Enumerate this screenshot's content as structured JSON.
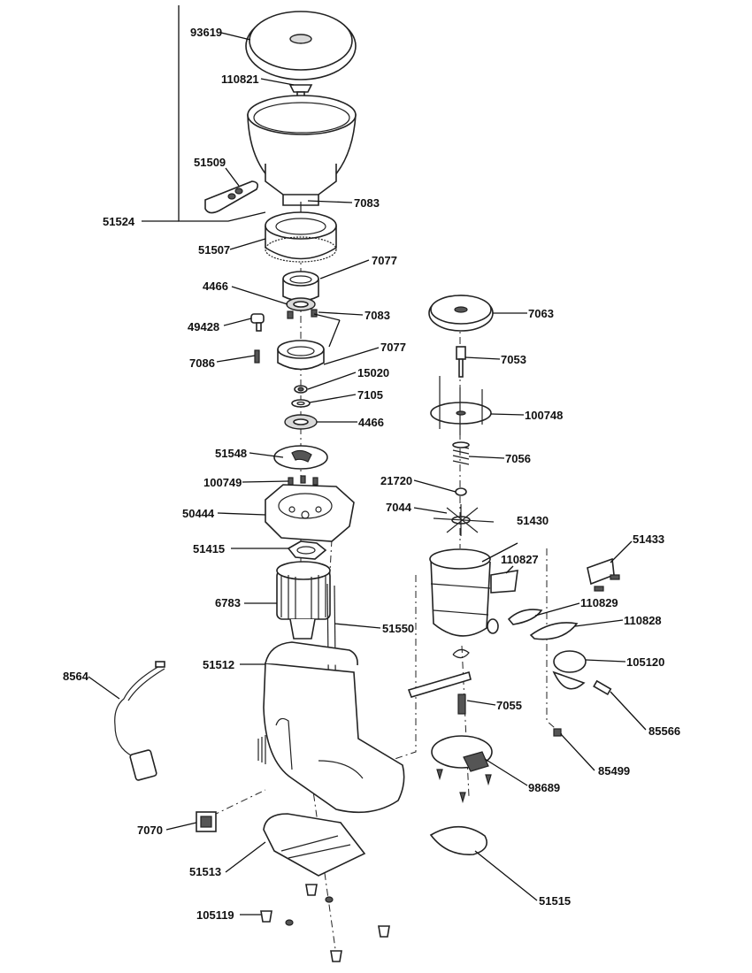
{
  "labels": [
    {
      "key": "hopper_lid",
      "text": "93619"
    },
    {
      "key": "hopper_pin",
      "text": "110821"
    },
    {
      "key": "hopper_slide",
      "text": "51509"
    },
    {
      "key": "hopper_assembly",
      "text": "51524"
    },
    {
      "key": "screw_top",
      "text": "7083"
    },
    {
      "key": "adjust_ring",
      "text": "51507"
    },
    {
      "key": "upper_carrier",
      "text": "7077"
    },
    {
      "key": "upper_burr",
      "text": "4466"
    },
    {
      "key": "screws",
      "text": "7083"
    },
    {
      "key": "knob",
      "text": "49428"
    },
    {
      "key": "lower_carrier",
      "text": "7077"
    },
    {
      "key": "spring_pin",
      "text": "7086"
    },
    {
      "key": "nut",
      "text": "15020"
    },
    {
      "key": "washer",
      "text": "7105"
    },
    {
      "key": "lower_burr",
      "text": "4466"
    },
    {
      "key": "fan_disc",
      "text": "51548"
    },
    {
      "key": "screws_body",
      "text": "100749"
    },
    {
      "key": "grinder_body",
      "text": "50444"
    },
    {
      "key": "gasket",
      "text": "51415"
    },
    {
      "key": "motor",
      "text": "6783"
    },
    {
      "key": "tie_rods",
      "text": "51550"
    },
    {
      "key": "housing",
      "text": "51512"
    },
    {
      "key": "power_cord",
      "text": "8564"
    },
    {
      "key": "switch",
      "text": "7070"
    },
    {
      "key": "base_plate",
      "text": "51513"
    },
    {
      "key": "feet",
      "text": "105119"
    },
    {
      "key": "doser_lid",
      "text": "7063"
    },
    {
      "key": "doser_shaft",
      "text": "7053"
    },
    {
      "key": "doser_star",
      "text": "100748"
    },
    {
      "key": "doser_spring",
      "text": "7056"
    },
    {
      "key": "doser_nut",
      "text": "21720"
    },
    {
      "key": "doser_blades",
      "text": "7044"
    },
    {
      "key": "doser_body",
      "text": "51430"
    },
    {
      "key": "doser_window",
      "text": "110827"
    },
    {
      "key": "doser_bracket",
      "text": "51433"
    },
    {
      "key": "lever_cover",
      "text": "110829"
    },
    {
      "key": "lever_cap",
      "text": "110828"
    },
    {
      "key": "doser_lever",
      "text": "105120"
    },
    {
      "key": "lever_screw",
      "text": "85566"
    },
    {
      "key": "spring_doser",
      "text": "7055"
    },
    {
      "key": "doser_nut_sq",
      "text": "85499"
    },
    {
      "key": "doser_base",
      "text": "98689"
    },
    {
      "key": "drip_tray",
      "text": "51515"
    }
  ],
  "colors": {
    "ink": "#111111",
    "shade": "#d9d9d9",
    "background": "#ffffff"
  }
}
